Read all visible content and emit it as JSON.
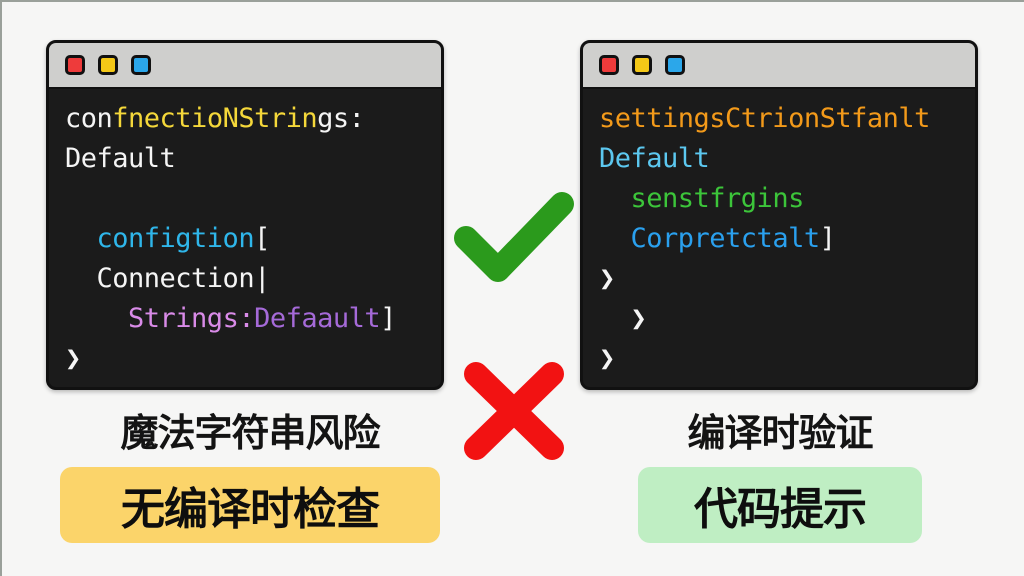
{
  "left_panel": {
    "window_controls": [
      {
        "name": "close",
        "color": "#ee3b3b"
      },
      {
        "name": "minimize",
        "color": "#f4c817"
      },
      {
        "name": "maximize",
        "color": "#2ba7ea"
      }
    ],
    "code_lines": [
      {
        "indent": "",
        "segments": [
          {
            "text": "con",
            "color": "#f5f5f5"
          },
          {
            "text": "fnectioNStrin",
            "color": "#f5d83a"
          },
          {
            "text": "gs:",
            "color": "#f5f5f5"
          }
        ]
      },
      {
        "indent": "",
        "segments": [
          {
            "text": "Default",
            "color": "#f5f5f5"
          }
        ]
      },
      {
        "indent": "",
        "segments": []
      },
      {
        "indent": "  ",
        "segments": [
          {
            "text": "configtion",
            "color": "#2fb6ea"
          },
          {
            "text": "[",
            "color": "#f5f5f5"
          }
        ]
      },
      {
        "indent": "  ",
        "segments": [
          {
            "text": "Connection|",
            "color": "#f5f5f5"
          }
        ]
      },
      {
        "indent": "    ",
        "segments": [
          {
            "text": "Strings:",
            "color": "#d98be8"
          },
          {
            "text": "Defaault",
            "color": "#a56ad8"
          },
          {
            "text": "]",
            "color": "#f5f5f5"
          }
        ]
      },
      {
        "indent": "",
        "segments": [
          {
            "text": "❯",
            "color": "#f5f5f5"
          }
        ]
      }
    ],
    "caption": "魔法字符串风险",
    "badge": "无编译时检查",
    "badge_color": "#fbd46a"
  },
  "right_panel": {
    "window_controls": [
      {
        "name": "close",
        "color": "#ee3b3b"
      },
      {
        "name": "minimize",
        "color": "#f4c817"
      },
      {
        "name": "maximize",
        "color": "#2ba7ea"
      }
    ],
    "code_lines": [
      {
        "indent": "",
        "segments": [
          {
            "text": "settingsCtrionStfanlt",
            "color": "#f39a1a"
          }
        ]
      },
      {
        "indent": "",
        "segments": [
          {
            "text": "Default",
            "color": "#5cc8f0"
          }
        ]
      },
      {
        "indent": "  ",
        "segments": [
          {
            "text": "senstfrgins",
            "color": "#3cc53a"
          }
        ]
      },
      {
        "indent": "  ",
        "segments": [
          {
            "text": "Corpretctalt",
            "color": "#2aa0ee"
          },
          {
            "text": "]",
            "color": "#f5f5f5"
          }
        ]
      },
      {
        "indent": "",
        "segments": [
          {
            "text": "❯",
            "color": "#f5f5f5"
          }
        ]
      },
      {
        "indent": "  ",
        "segments": [
          {
            "text": "❯",
            "color": "#f5f5f5"
          }
        ]
      },
      {
        "indent": "",
        "segments": [
          {
            "text": "❯",
            "color": "#f5f5f5"
          }
        ]
      }
    ],
    "caption": "编译时验证",
    "badge": "代码提示",
    "badge_color": "#bfeec3"
  },
  "center_icons": {
    "check": {
      "name": "check-icon",
      "color": "#2b9a1c"
    },
    "cross": {
      "name": "cross-icon",
      "color": "#f21212"
    }
  }
}
